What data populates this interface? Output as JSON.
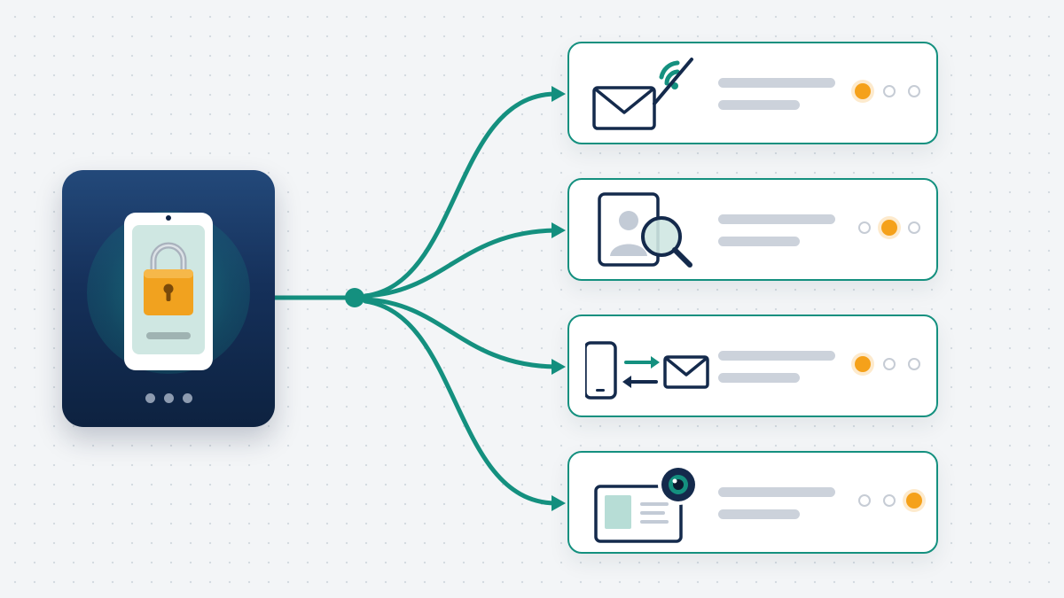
{
  "colors": {
    "accent_teal": "#14907f",
    "panel_navy": "#15305a",
    "icon_navy": "#142a4c",
    "active_dot": "#f5a11a",
    "inactive_dot": "#c6ccd5",
    "placeholder_bar": "#ccd2db",
    "background": "#f3f5f7"
  },
  "device_panel": {
    "icon": "smartphone-padlock-icon",
    "pager_dots": 3
  },
  "cards": [
    {
      "id": "email",
      "icon": "email-pen-icon",
      "steps": 3,
      "active_step": 1
    },
    {
      "id": "identity-search",
      "icon": "profile-magnifier-icon",
      "steps": 3,
      "active_step": 2
    },
    {
      "id": "device-email",
      "icon": "phone-email-exchange-icon",
      "steps": 3,
      "active_step": 1
    },
    {
      "id": "id-camera",
      "icon": "id-card-eye-icon",
      "steps": 3,
      "active_step": 3
    }
  ]
}
